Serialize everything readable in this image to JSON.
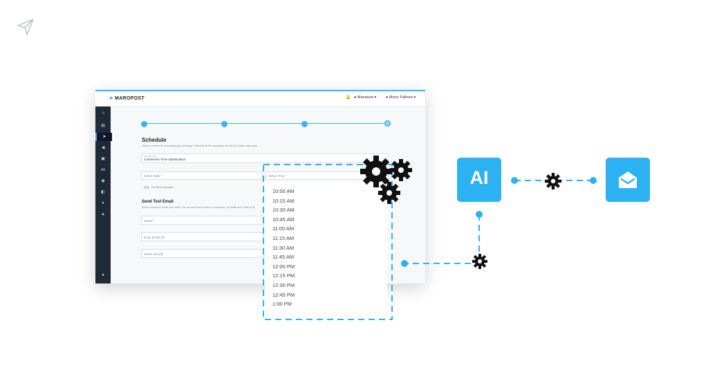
{
  "window": {
    "logo": "MAROPOST",
    "nav_account": "Maropost",
    "nav_user": "Marry Fallows",
    "schedule_title": "Schedule",
    "schedule_subtitle": "Select a method for scheduling your campaign. Note that all the campaigns are sent in Eastern time zone.",
    "method_label": "Schedule with",
    "method_value": "Conversion-Time Optimization",
    "date_placeholder": "Select Date *",
    "time_placeholder": "Select Time *",
    "toggle_label": "Pre-Send Calculation",
    "test_title": "Send Test Email",
    "test_subtitle": "Select contacts to email your email. You can send test emails to a maximum 15 emails and a total of 50",
    "select_placeholder": "Select *",
    "email_placeholder": "Enter Email (If)",
    "list_placeholder": "Select List (If)"
  },
  "time_options": [
    "10:00 AM",
    "10:15 AM",
    "10:30 AM",
    "10:45 AM",
    "11:00 AM",
    "11:15 AM",
    "11:30 AM",
    "11:45 AM",
    "12:00 PM",
    "12:15 PM",
    "12:30 PM",
    "12:45 PM",
    "1:00 PM"
  ],
  "ai_tile_label": "AI",
  "colors": {
    "accent": "#2cb2f2",
    "sidebar": "#1f2937"
  }
}
